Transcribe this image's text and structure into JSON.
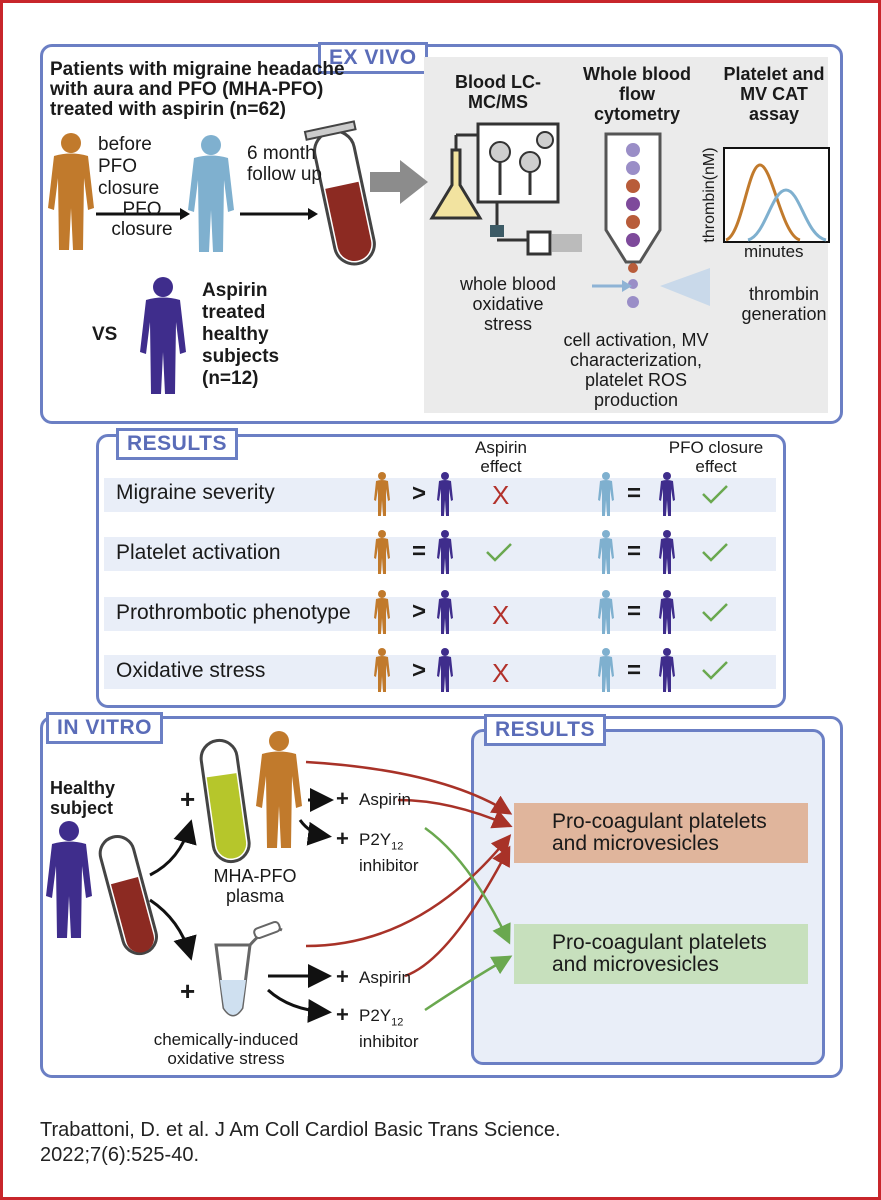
{
  "ex_vivo": {
    "tag": "EX VIVO",
    "patients_title": "Patients with migraine headache with aura and PFO (MHA-PFO) treated with aspirin (n=62)",
    "before_pfo": "before PFO closure",
    "pfo_closure": "PFO closure",
    "follow_up": "6 month follow up",
    "vs": "VS",
    "aspirin_healthy": "Aspirin treated healthy subjects (n=12)",
    "blood_lcms": "Blood LC-MC/MS",
    "whole_blood_flow": "Whole blood flow cytometry",
    "platelet_cat": "Platelet and MV CAT assay",
    "thrombin_axis": "thrombin(nM)",
    "minutes_axis": "minutes",
    "whole_blood_oxidative": "whole blood oxidative stress",
    "cell_activation": "cell activation, MV characterization, platelet ROS production",
    "thrombin_generation": "thrombin generation"
  },
  "results": {
    "tag": "RESULTS",
    "aspirin_effect": "Aspirin effect",
    "pfo_closure_effect": "PFO closure effect",
    "rows": [
      {
        "label": "Migraine severity",
        "aspirin_sym": ">",
        "aspirin_result": "X",
        "pfo_sym": "=",
        "pfo_result": "check"
      },
      {
        "label": "Platelet activation",
        "aspirin_sym": "=",
        "aspirin_result": "check",
        "pfo_sym": "=",
        "pfo_result": "check"
      },
      {
        "label": "Prothrombotic phenotype",
        "aspirin_sym": ">",
        "aspirin_result": "X",
        "pfo_sym": "=",
        "pfo_result": "check"
      },
      {
        "label": "Oxidative stress",
        "aspirin_sym": ">",
        "aspirin_result": "X",
        "pfo_sym": "=",
        "pfo_result": "check"
      }
    ]
  },
  "in_vitro": {
    "tag": "IN VITRO",
    "healthy_subject": "Healthy subject",
    "mha_pfo_plasma": "MHA-PFO plasma",
    "chemically_induced": "chemically-induced oxidative stress",
    "aspirin": "Aspirin",
    "p2y12_prefix": "P2Y",
    "p2y12_sub": "12",
    "inhibitor": "inhibitor",
    "plus": "+",
    "results_tag": "RESULTS",
    "up_result": "Pro-coagulant platelets and microvesicles",
    "down_result": "Pro-coagulant platelets and microvesicles"
  },
  "citation": {
    "line1": "Trabattoni, D. et al. J Am Coll Cardiol Basic Trans Science.",
    "line2": "2022;7(6):525-40."
  },
  "colors": {
    "frame": "#c8262b",
    "panel_border": "#6b7fc4",
    "mha_patient": "#c17a2c",
    "post_closure": "#7fb0cf",
    "healthy": "#3f2d8c",
    "check": "#6aa84f",
    "x_mark": "#b2312b",
    "up_box": "#e0b59c",
    "down_box": "#c7e0bd",
    "red_arrow": "#a83228",
    "green_arrow": "#6aa84f"
  }
}
